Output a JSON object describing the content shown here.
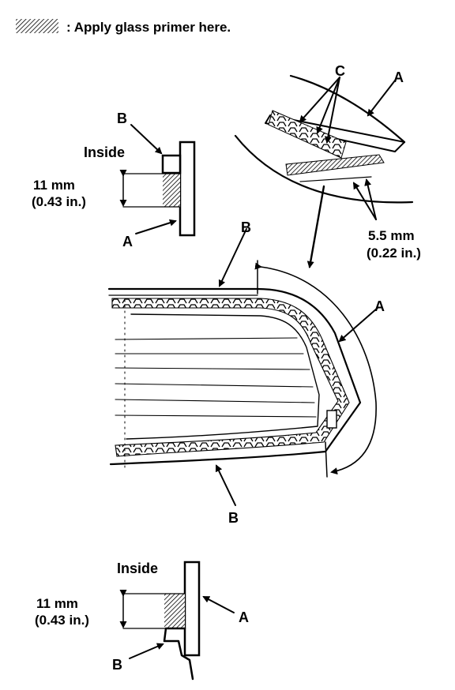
{
  "legend": {
    "text": ": Apply glass primer here.",
    "swatch_icon": "hatch-swatch-icon"
  },
  "labels": {
    "a": "A",
    "b": "B",
    "c": "C",
    "inside": "Inside",
    "dim_mm_11": "11 mm",
    "dim_in_043": "(0.43 in.)",
    "dim_mm_55": "5.5 mm",
    "dim_in_022": "(0.22 in.)"
  },
  "colors": {
    "ink": "#000000",
    "paper": "#ffffff"
  }
}
